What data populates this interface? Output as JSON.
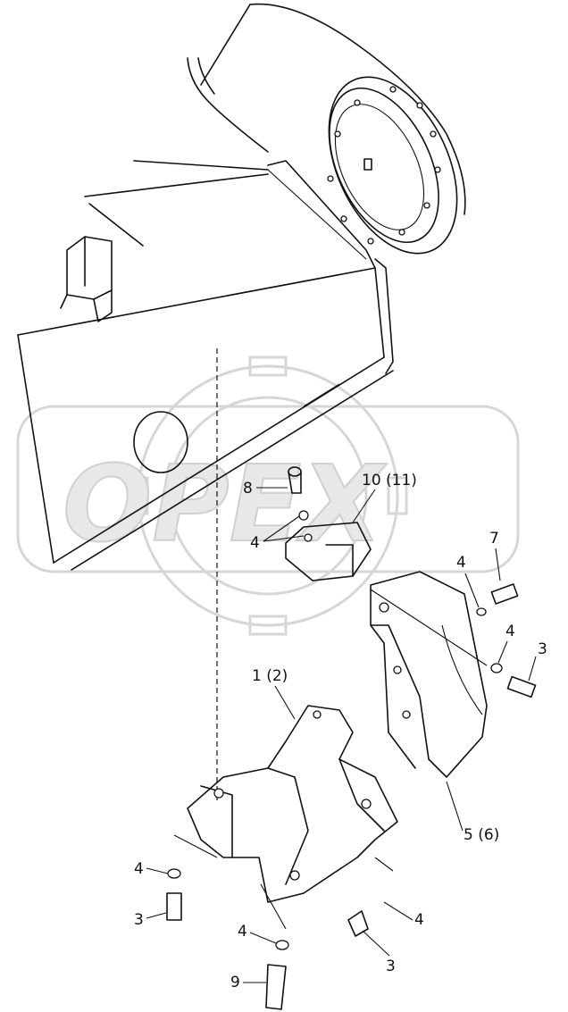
{
  "watermark": {
    "text": "OPEX"
  },
  "callouts": {
    "part_1_2": "1 (2)",
    "part_3_a": "3",
    "part_3_b": "3",
    "part_3_c": "3",
    "part_4_a": "4",
    "part_4_b": "4",
    "part_4_c": "4",
    "part_4_d": "4",
    "part_4_e": "4",
    "part_4_f": "4",
    "part_5_6": "5 (6)",
    "part_7": "7",
    "part_8": "8",
    "part_9": "9",
    "part_10_11": "10 (11)"
  }
}
